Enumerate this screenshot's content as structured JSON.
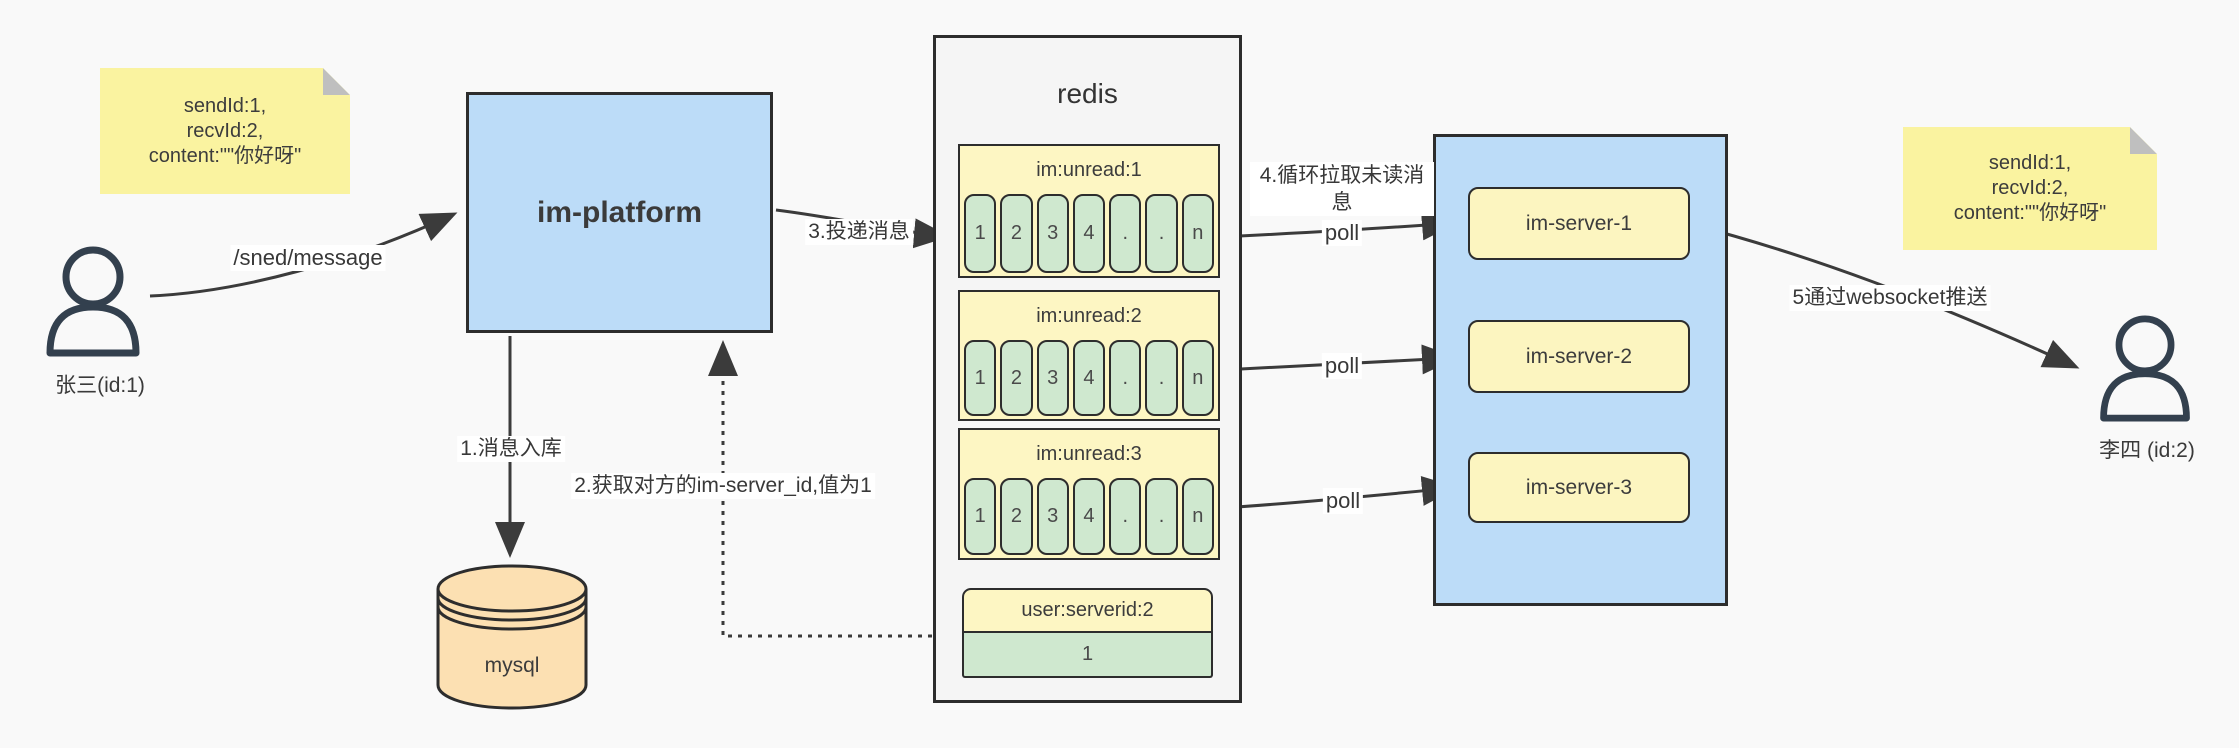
{
  "notes": {
    "left": {
      "line1": "sendId:1,",
      "line2": "recvId:2,",
      "line3": "content:\"\"你好呀\""
    },
    "right": {
      "line1": "sendId:1,",
      "line2": "recvId:2,",
      "line3": "content:\"\"你好呀\""
    }
  },
  "actors": {
    "sender": {
      "name": "张三(id:1)"
    },
    "receiver": {
      "name": "李四 (id:2)"
    }
  },
  "platform": {
    "label": "im-platform"
  },
  "database": {
    "label": "mysql"
  },
  "redis": {
    "title": "redis",
    "queues": [
      {
        "name": "im:unread:1",
        "cells": [
          "1",
          "2",
          "3",
          "4",
          ".",
          ".",
          "n"
        ]
      },
      {
        "name": "im:unread:2",
        "cells": [
          "1",
          "2",
          "3",
          "4",
          ".",
          ".",
          "n"
        ]
      },
      {
        "name": "im:unread:3",
        "cells": [
          "1",
          "2",
          "3",
          "4",
          ".",
          ".",
          "n"
        ]
      }
    ],
    "kv": {
      "key": "user:serverid:2",
      "value": "1"
    }
  },
  "servers": [
    {
      "label": "im-server-1"
    },
    {
      "label": "im-server-2"
    },
    {
      "label": "im-server-3"
    }
  ],
  "edges": {
    "send": "/sned/message",
    "step1": "1.消息入库",
    "step2": "2.获取对方的im-server_id,值为1",
    "step3": "3.投递消息",
    "step4": "4.循环拉取未读消息",
    "step5": "5通过websocket推送",
    "poll": "poll"
  },
  "colors": {
    "container_blue": "#bcdcf8",
    "note_yellow": "#faf3a0",
    "light_yellow": "#fdf6c3",
    "cell_green": "#cfe8cf",
    "db_orange": "#fce0b2",
    "stroke": "#3b3b3b"
  }
}
